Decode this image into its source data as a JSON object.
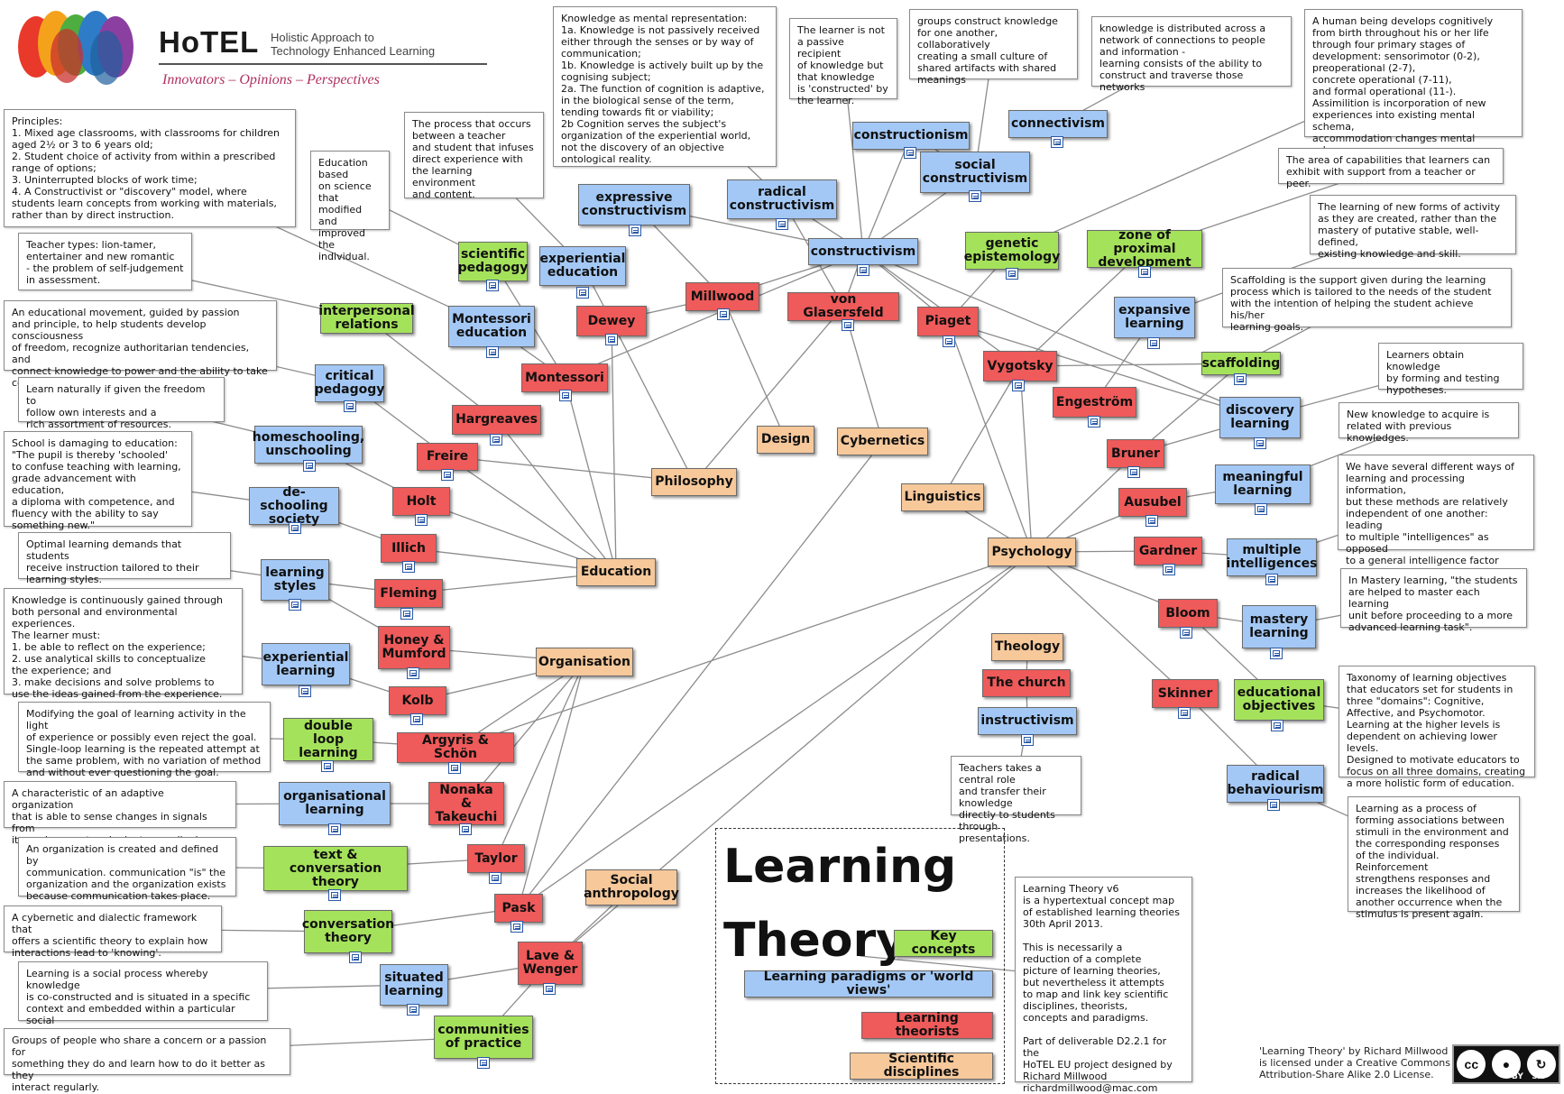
{
  "logo": {
    "brand": "HoTEL",
    "subtitle": "Holistic Approach to\nTechnology Enhanced Learning",
    "tagline": "Innovators – Opinions – Perspectives"
  },
  "legend": {
    "title": "Learning\nTheory",
    "key_concepts": "Key concepts",
    "paradigms": "Learning paradigms or 'world views'",
    "theorists": "Learning theorists",
    "disciplines": "Scientific disciplines"
  },
  "credit": "'Learning Theory' by Richard Millwood\nis licensed under a Creative Commons\nAttribution-Share Alike 2.0 License.",
  "cc_labels": {
    "cc": "cc",
    "by": "BY",
    "sa": "SA"
  },
  "nodes": {
    "constructivism": "constructivism",
    "radical_constructivism": "radical\nconstructivism",
    "expressive_constructivism": "expressive\nconstructivism",
    "constructionism": "constructionism",
    "social_constructivism": "social\nconstructivism",
    "connectivism": "connectivism",
    "experiential_education": "experiential\neducation",
    "scientific_pedagogy": "scientific\npedagogy",
    "interpersonal_relations": "interpersonal\nrelations",
    "montessori_education": "Montessori\neducation",
    "critical_pedagogy": "critical\npedagogy",
    "homeschooling": "homeschooling,\nunschooling",
    "deschooling": "de-schooling\nsociety",
    "learning_styles": "learning\nstyles",
    "experiential_learning": "experiential\nlearning",
    "double_loop": "double loop\nlearning",
    "organisational_learning": "organisational\nlearning",
    "text_conversation": "text & conversation\ntheory",
    "conversation_theory": "conversation\ntheory",
    "situated_learning": "situated\nlearning",
    "communities_practice": "communities\nof practice",
    "genetic_epistemology": "genetic\nepistemology",
    "zpd": "zone of proximal\ndevelopment",
    "expansive_learning": "expansive\nlearning",
    "scaffolding": "scaffolding",
    "discovery_learning": "discovery\nlearning",
    "meaningful_learning": "meaningful\nlearning",
    "multiple_intelligences": "multiple\nintelligences",
    "mastery_learning": "mastery\nlearning",
    "educational_objectives": "educational\nobjectives",
    "radical_behaviourism": "radical\nbehaviourism",
    "instructivism": "instructivism",
    "millwood": "Millwood",
    "dewey": "Dewey",
    "von_glasersfeld": "von Glasersfeld",
    "montessori": "Montessori",
    "hargreaves": "Hargreaves",
    "freire": "Freire",
    "holt": "Holt",
    "illich": "Illich",
    "fleming": "Fleming",
    "honey_mumford": "Honey &\nMumford",
    "kolb": "Kolb",
    "argyris_schon": "Argyris & Schön",
    "nonaka": "Nonaka &\nTakeuchi",
    "taylor": "Taylor",
    "pask": "Pask",
    "lave_wenger": "Lave &\nWenger",
    "piaget": "Piaget",
    "vygotsky": "Vygotsky",
    "engestrom": "Engeström",
    "bruner": "Bruner",
    "ausubel": "Ausubel",
    "gardner": "Gardner",
    "bloom": "Bloom",
    "skinner": "Skinner",
    "the_church": "The church",
    "design": "Design",
    "cybernetics": "Cybernetics",
    "philosophy": "Philosophy",
    "education": "Education",
    "organisation": "Organisation",
    "social_anthropology": "Social\nanthropology",
    "linguistics": "Linguistics",
    "psychology": "Psychology",
    "theology": "Theology"
  },
  "notes": {
    "mental_representation": "Knowledge as mental representation:\n1a. Knowledge is not passively received either through the senses or by way of communication;\n1b. Knowledge is actively built up by the cognising subject;\n2a. The function of cognition is adaptive, in the biological sense of the term, tending towards fit or viability;\n2b Cognition serves the subject's organization of the experiential world, not the discovery of an objective ontological reality.",
    "learner_not_passive": "The learner is not\na passive recipient\nof knowledge but\nthat knowledge\nis 'constructed' by\nthe learner.",
    "groups_construct": "groups construct knowledge\nfor one another, collaboratively\ncreating a small culture of\nshared artifacts with shared\nmeanings",
    "knowledge_distributed": "knowledge is distributed across a\nnetwork of connections to people\nand information -\nlearning consists of the ability to\nconstruct and traverse those networks",
    "piaget_stages": "A human being develops cognitively\nfrom birth throughout his or her life\nthrough four primary stages of\ndevelopment: sensorimotor (0-2),\npreoperational (2-7),\nconcrete operational (7-11),\nand formal operational (11-).\nAssimilition is incorporation of new\nexperiences into existing mental schema,\naccommodation changes mental schema.",
    "principles": "Principles:\n1. Mixed age classrooms, with classrooms for children aged 2½ or 3 to 6 years old;\n2. Student choice of activity from within a prescribed range of options;\n3. Uninterrupted blocks of work time;\n4. A Constructivist or \"discovery\" model, where students learn concepts from working with materials, rather than by direct instruction.",
    "education_science": "Education\nbased\non science\nthat modified\nand improved\nthe individual.",
    "process_teacher": "The process that occurs\nbetween a teacher\nand student that infuses\ndirect experience with\nthe learning environment\nand content.",
    "teacher_types": "Teacher types: lion-tamer,\nentertainer and new romantic\n - the problem of self-judgement\nin assessment.",
    "educational_movement": "An educational movement, guided by passion\nand principle, to help students develop consciousness\nof freedom, recognize authoritarian tendencies, and\nconnect knowledge to power and the ability to take\nconstructive action.",
    "learn_naturally": "Learn naturally if given the freedom to\nfollow own interests and a\nrich assortment of resources.",
    "school_damaging": "School is damaging to education:\n\"The pupil is thereby 'schooled'\nto confuse teaching with learning,\ngrade advancement with education,\na diploma with competence, and\nfluency with the ability to say\nsomething new.\"",
    "optimal_learning": "Optimal learning demands that students\nreceive instruction tailored to their\nlearning styles.",
    "knowledge_continuously": "Knowledge is continuously gained through\nboth personal and environmental experiences.\nThe learner must:\n1. be able to reflect on the experience;\n2. use analytical skills to conceptualize\nthe experience; and\n3. make decisions and solve problems to\nuse the ideas gained from the experience.",
    "modifying_goal": "Modifying the goal of learning activity in the light\nof experience or possibly even reject the goal.\nSingle-loop learning is the repeated attempt at\nthe same problem, with no variation of method\nand without ever questioning the goal.",
    "adaptive_org": "A characteristic of an adaptive organization\nthat is able to sense changes in signals from\nits environment and adapt accordingly.",
    "org_communication": "An organization is created and defined by\ncommunication. communication \"is\" the\norganization and the organization exists\nbecause communication takes place.",
    "cybernetic_framework": "A cybernetic and dialectic framework that\noffers a scientific theory to explain how\ninteractions lead to 'knowing'.",
    "social_process": "Learning is a social process whereby knowledge\nis co-constructed and is situated in a specific\ncontext and embedded within a particular social\nand physical environment.",
    "groups_concern": "Groups of people who share a concern or a passion for\nsomething they do and learn how to do it better as they\ninteract regularly.",
    "area_capabilities": "The area of capabilities that learners can\nexhibit with support from a teacher or peer.",
    "learning_new_forms": "The learning of new forms of activity\nas they are created, rather than the\nmastery of putative stable, well-defined,\nexisting knowledge and skill.",
    "scaffolding_support": "Scaffolding is the support given during the learning\nprocess which is tailored to the needs of the student\nwith the intention of helping the student achieve his/her\nlearning goals.",
    "obtain_knowledge": "Learners obtain knowledge\nby forming and testing\nhypotheses.",
    "new_knowledge": "New knowledge to acquire is\nrelated with previous knowledges.",
    "different_ways": "We have several different ways of\nlearning and processing information,\nbut these methods are relatively\nindependent of one another: leading\nto multiple \"intelligences\" as opposed\nto a general intelligence factor\namong correlated abilities",
    "mastery": "In Mastery learning, \"the students\nare helped to master each learning\nunit before proceeding to a more\nadvanced learning task\".",
    "taxonomy": "Taxonomy of learning objectives\nthat educators set for students in\nthree \"domains\": Cognitive,\nAffective, and Psychomotor.\nLearning at the higher levels is\ndependent on achieving lower levels.\nDesigned to motivate educators to\nfocus on all three domains, creating\na more holistic form of education.",
    "process_associations": "Learning as a process of\nforming associations between\nstimuli in the environment and\nthe corresponding responses\nof the individual. Reinforcement\nstrengthens responses and\nincreases the likelihood of\nanother occurrence when the\nstimulus is present again.",
    "teachers_central": "Teachers takes a central role\nand transfer their knowledge\ndirectly to students through\npresentations.",
    "about": "Learning Theory v6\nis a hypertextual concept map\nof established learning theories\n30th April 2013.\n\nThis is necessarily a\nreduction of a complete\npicture of learning theories,\nbut nevertheless it attempts\nto map and link key scientific\ndisciplines, theorists,\nconcepts and paradigms.\n\nPart of deliverable D2.2.1 for the\nHoTEL EU project designed by\nRichard Millwood\nrichardmillwood@mac.com"
  },
  "colors": {
    "paradigm": "#a3c8f5",
    "concept": "#a5e25b",
    "theorist": "#ef5a5a",
    "discipline": "#f6c89a",
    "note_icon": "#2a59a8"
  }
}
